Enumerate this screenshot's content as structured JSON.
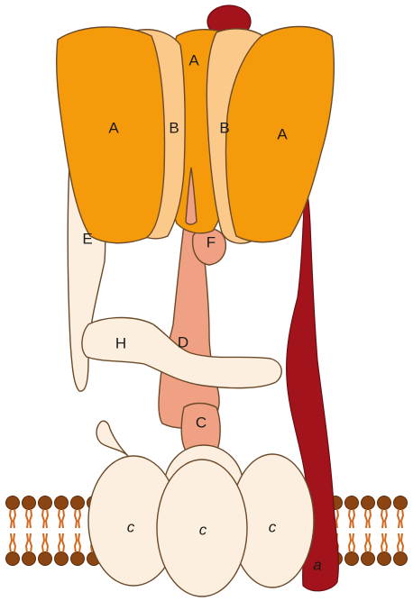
{
  "colors": {
    "subunit_a": "#f59a0a",
    "subunit_b": "#fbc98a",
    "stalk_pink": "#f0a083",
    "peripheral_cream": "#fcefdf",
    "subunit_a_membrane": "#a3131b",
    "lipid_head": "#8b4513",
    "lipid_tail": "#d2691e",
    "outline": "#6b4a2a"
  },
  "labels": {
    "A_top": "A",
    "A_left": "A",
    "A_right": "A",
    "B_left": "B",
    "B_right": "B",
    "E": "E",
    "F": "F",
    "H": "H",
    "D": "D",
    "C": "C",
    "c_left": "c",
    "c_mid": "c",
    "c_right": "c",
    "a": "a"
  }
}
